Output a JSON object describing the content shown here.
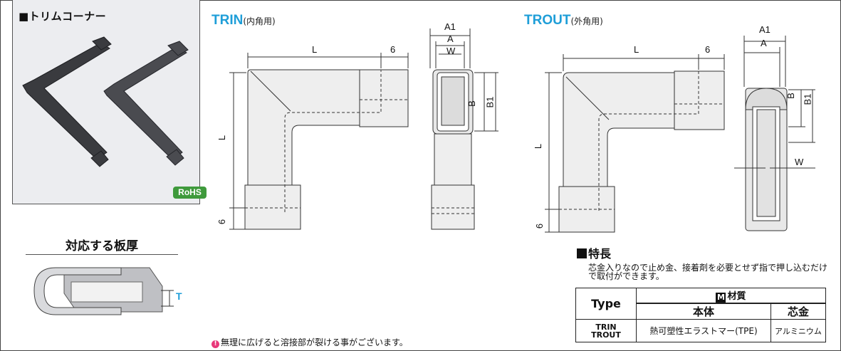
{
  "product": {
    "photo_title": "■トリムコーナー",
    "rohs": "RoHS"
  },
  "thickness": {
    "title": "対応する板厚",
    "t_label": "T"
  },
  "trin": {
    "name": "TRIN",
    "sub": "(内角用)",
    "dims": {
      "L_top": "L",
      "six_top": "6",
      "L_side": "L",
      "six_side": "6",
      "A1": "A1",
      "A": "A",
      "W": "W",
      "B": "B",
      "B1": "B1"
    }
  },
  "trout": {
    "name": "TROUT",
    "sub": "(外角用)",
    "dims": {
      "L_top": "L",
      "six_top": "6",
      "L_side": "L",
      "six_side": "6",
      "A1": "A1",
      "A": "A",
      "W": "W",
      "B": "B",
      "B1": "B1"
    }
  },
  "note": {
    "icon": "!",
    "text": "無理に広げると溶接部が裂ける事がございます。"
  },
  "features": {
    "title": "特長",
    "body": "芯金入りなので止め金、接着剤を必要とせず指で押し込むだけで取付ができます。"
  },
  "spec_table": {
    "type_header": "Type",
    "material_icon": "M",
    "material_header": "材質",
    "col_body": "本体",
    "col_core": "芯金",
    "rows": [
      {
        "type_line1": "TRIN",
        "type_line2": "TROUT",
        "body": "熱可塑性エラストマー(TPE)",
        "core": "アルミニウム"
      }
    ]
  },
  "colors": {
    "accent": "#1e9ed8",
    "rohs": "#3f9a3c",
    "warn": "#e8387a"
  }
}
